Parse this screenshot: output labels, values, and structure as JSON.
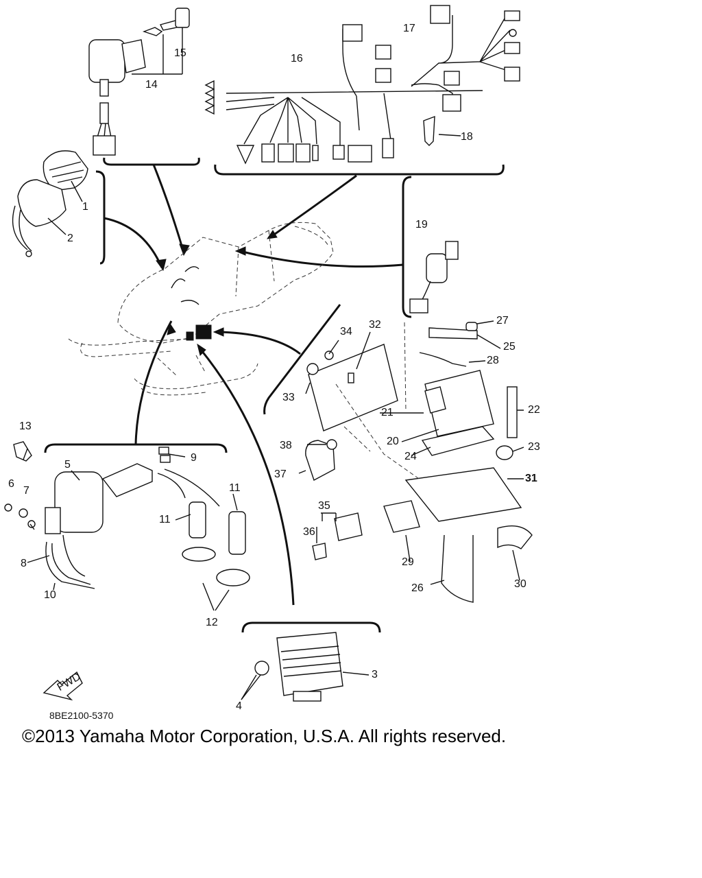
{
  "diagram": {
    "part_labels": [
      "1",
      "2",
      "3",
      "4",
      "5",
      "6",
      "7",
      "8",
      "9",
      "10",
      "11",
      "11",
      "12",
      "13",
      "14",
      "15",
      "16",
      "17",
      "18",
      "19",
      "20",
      "21",
      "22",
      "23",
      "24",
      "25",
      "26",
      "27",
      "28",
      "29",
      "30",
      "31",
      "32",
      "33",
      "34",
      "35",
      "36",
      "37",
      "38"
    ],
    "fwd_badge": "FWD",
    "drawing_code": "8BE2100-5370",
    "copyright": "©2013 Yamaha Motor Corporation, U.S.A. All rights reserved."
  }
}
